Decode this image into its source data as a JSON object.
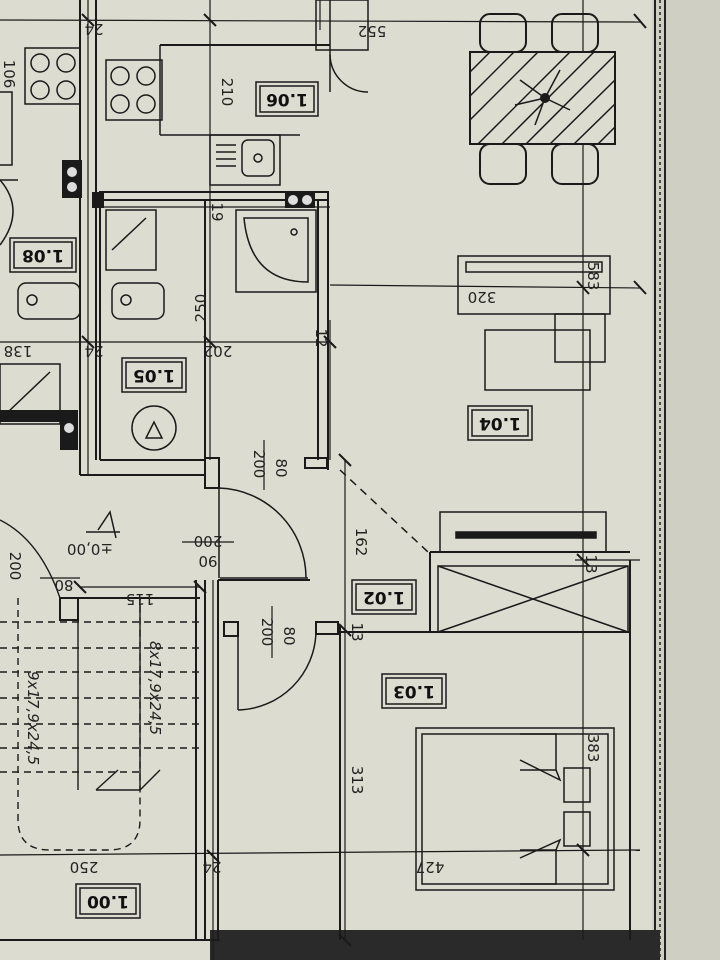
{
  "rooms": {
    "r100": "1.00",
    "r102": "1.02",
    "r103": "1.03",
    "r104": "1.04",
    "r105": "1.05",
    "r106": "1.06",
    "r108": "1.08"
  },
  "dims": {
    "d24_top": "24",
    "d552": "552",
    "d210": "210",
    "d19": "19",
    "d250_bath": "250",
    "d202": "202",
    "d24_mid": "24",
    "d138": "138",
    "d320": "320",
    "d583": "583",
    "d162": "162",
    "d115": "115",
    "d313": "313",
    "d383": "383",
    "d427": "427",
    "d250_bottom": "250",
    "d24_bottom": "24",
    "d13_a": "13",
    "d13_b": "13",
    "d12": "12",
    "d106_left": "106"
  },
  "doors": {
    "door_a_top": "80",
    "door_a_bot": "200",
    "door_b_top": "90",
    "door_b_bot": "200",
    "door_c_top": "80",
    "door_c_bot": "200",
    "door_d_top": "80",
    "door_d_bot": "200"
  },
  "level": "±0,00",
  "stairs": {
    "spec_1": "8x17,9x24,5",
    "spec_2": "9x17,9x24,5"
  }
}
